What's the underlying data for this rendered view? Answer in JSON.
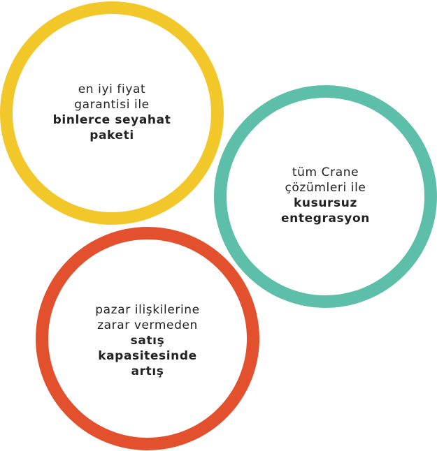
{
  "colors": {
    "yellow": "#F1C72A",
    "teal": "#5DBFA9",
    "red": "#E2502E",
    "text": "#222222"
  },
  "circles": [
    {
      "color_key": "yellow",
      "lines": [
        {
          "text": "en iyi fiyat",
          "bold": false
        },
        {
          "text": "garantisi ile",
          "bold": false
        },
        {
          "text": "binlerce seyahat",
          "bold": true
        },
        {
          "text": "paketi",
          "bold": true
        }
      ]
    },
    {
      "color_key": "teal",
      "lines": [
        {
          "text": "tüm Crane",
          "bold": false
        },
        {
          "text": "çözümleri ile",
          "bold": false
        },
        {
          "text": "kusursuz",
          "bold": true
        },
        {
          "text": "entegrasyon",
          "bold": true
        }
      ]
    },
    {
      "color_key": "red",
      "lines": [
        {
          "text": "pazar ilişkilerine",
          "bold": false
        },
        {
          "text": "zarar vermeden",
          "bold": false
        },
        {
          "text": "satış",
          "bold": true
        },
        {
          "text": "kapasitesinde",
          "bold": true
        },
        {
          "text": "artış",
          "bold": true
        }
      ]
    }
  ]
}
